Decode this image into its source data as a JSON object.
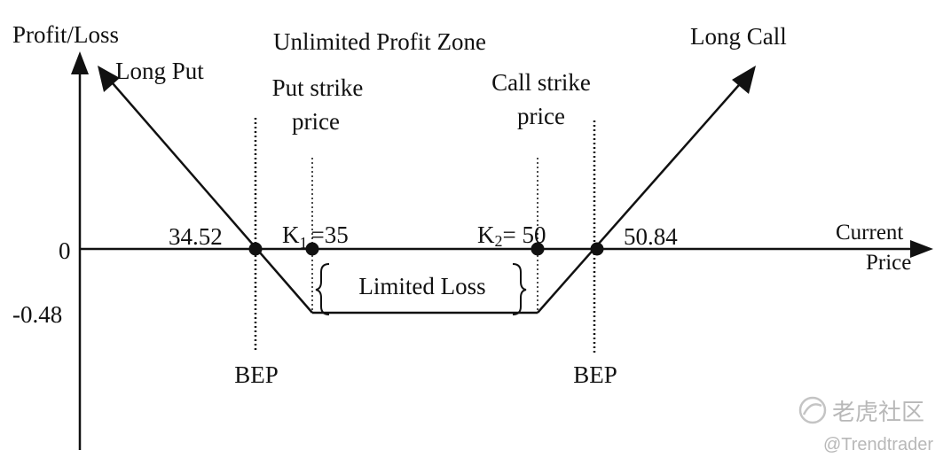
{
  "axes": {
    "y_label": "Profit/Loss",
    "x_label_line1": "Current",
    "x_label_line2": "Price"
  },
  "y_ticks": [
    "0",
    "-0.48"
  ],
  "strategy": {
    "zone_label": "Unlimited Profit Zone",
    "long_put_label": "Long Put",
    "long_call_label": "Long Call",
    "loss_label": "Limited Loss"
  },
  "strikes": {
    "put_line1": "Put strike",
    "put_line2": "price",
    "call_line1": "Call strike",
    "call_line2": "price",
    "k1_label": "K",
    "k1_sub": "1",
    "k1_value": "=35",
    "k2_label": "K",
    "k2_sub": "2",
    "k2_value": "= 50"
  },
  "break_even": {
    "low_value": "34.52",
    "high_value": "50.84",
    "low_label": "BEP",
    "high_label": "BEP"
  },
  "watermark": {
    "brand": "老虎社区",
    "handle": "@Trendtrader"
  }
}
